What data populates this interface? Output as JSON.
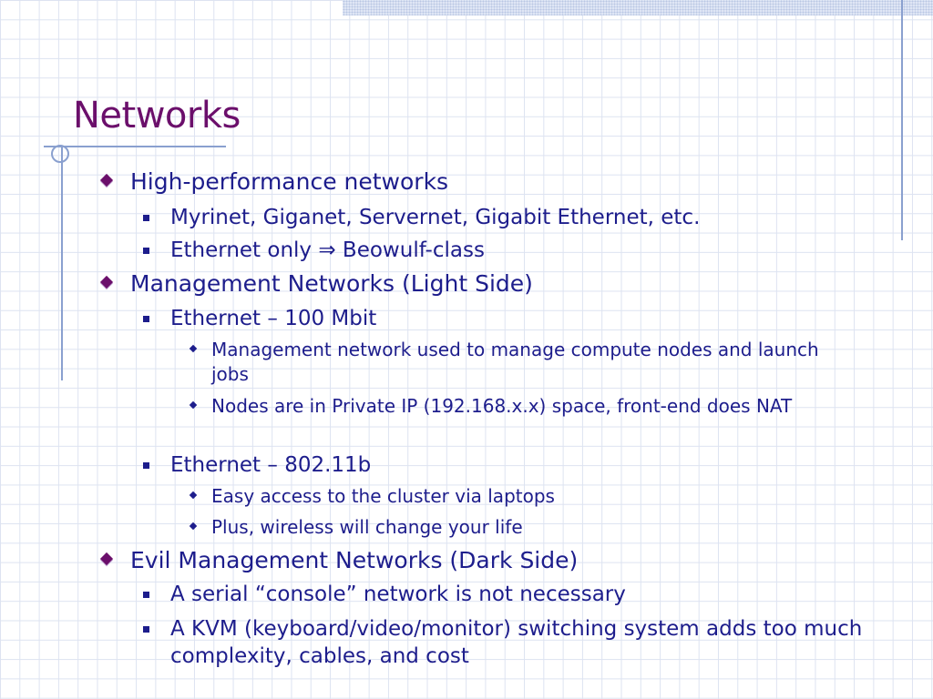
{
  "slide": {
    "title": "Networks",
    "items": [
      {
        "level": 1,
        "text": "High-performance networks"
      },
      {
        "level": 2,
        "text": "Myrinet, Giganet, Servernet, Gigabit Ethernet, etc."
      },
      {
        "level": 2,
        "text": "Ethernet only ⇒ Beowulf-class"
      },
      {
        "level": 1,
        "text": "Management Networks (Light Side)"
      },
      {
        "level": 2,
        "text": "Ethernet – 100 Mbit"
      },
      {
        "level": 3,
        "text": "Management network used to manage compute nodes and launch jobs"
      },
      {
        "level": 3,
        "text": "Nodes are in Private IP (192.168.x.x) space, front-end does NAT"
      },
      {
        "level": 2,
        "text": "Ethernet – 802.11b"
      },
      {
        "level": 3,
        "text": "Easy access to the cluster via laptops"
      },
      {
        "level": 3,
        "text": "Plus, wireless will change your life"
      },
      {
        "level": 1,
        "text": "Evil Management Networks (Dark Side)"
      },
      {
        "level": 2,
        "text": "A serial “console” network is not necessary"
      },
      {
        "level": 2,
        "text": "A KVM (keyboard/video/monitor) switching system adds too much complexity, cables, and cost"
      }
    ]
  },
  "colors": {
    "title": "#6b0f6b",
    "body_text": "#1d1d8c",
    "accent_lines": "#8aa0cf",
    "grid": "#dde3f1"
  }
}
